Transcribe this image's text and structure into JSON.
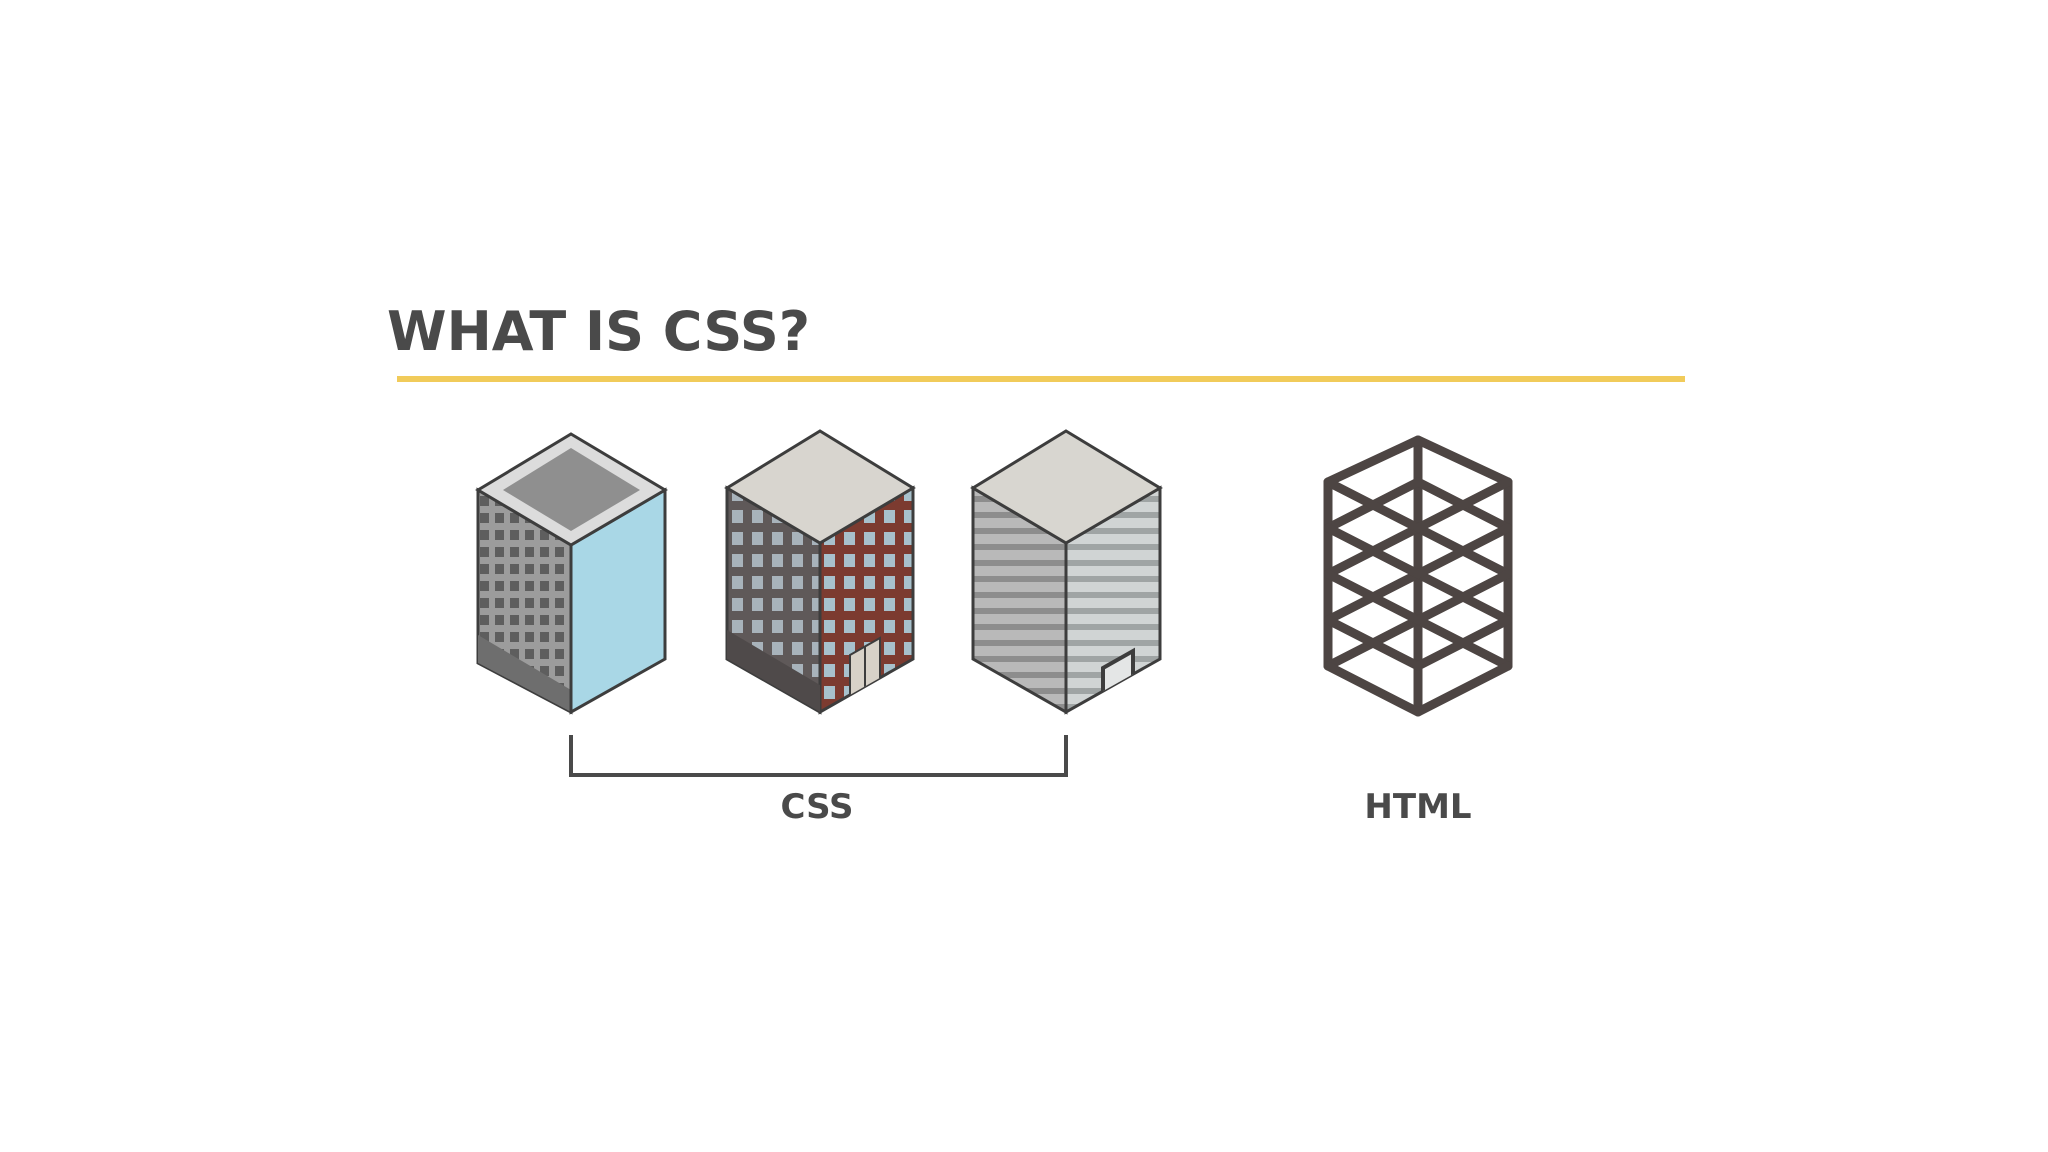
{
  "slide": {
    "title": "WHAT IS CSS?",
    "labels": {
      "css": "CSS",
      "html": "HTML"
    }
  },
  "colors": {
    "text": "#4a4a4a",
    "rule": "#f1cb5a",
    "building1_glass": "#a9d7e6",
    "building2_brick": "#7c3b30",
    "frame": "#4d4543"
  },
  "icons": [
    "glass-office-building-icon",
    "brick-office-building-icon",
    "concrete-office-building-icon",
    "steel-frame-structure-icon"
  ]
}
